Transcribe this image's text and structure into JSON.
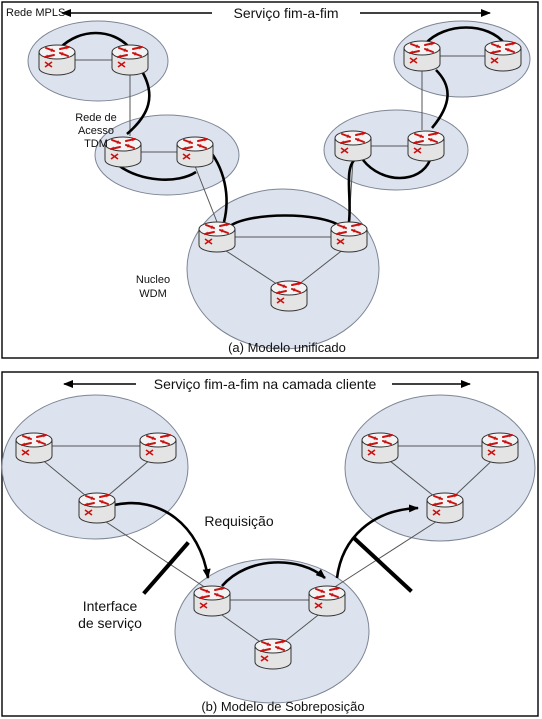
{
  "panel_a": {
    "service_label": "Serviço fim-a-fim",
    "mpls_label": "Rede MPLS",
    "access_label_lines": [
      "Rede de",
      "Acesso",
      "TDM"
    ],
    "core_label_lines": [
      "Nucleo",
      "WDM"
    ],
    "caption": "(a) Modelo unificado"
  },
  "panel_b": {
    "service_label": "Serviço fim-a-fim na camada cliente",
    "request_label": "Requisição",
    "interface_label_lines": [
      "Interface",
      "de serviço"
    ],
    "caption": "(b) Modelo de Sobreposição"
  },
  "colors": {
    "cloud_fill": "#dde3ee",
    "router_body": "#e4e4e4",
    "router_arrows": "#cc1111"
  },
  "icons": [
    "router-icon"
  ]
}
